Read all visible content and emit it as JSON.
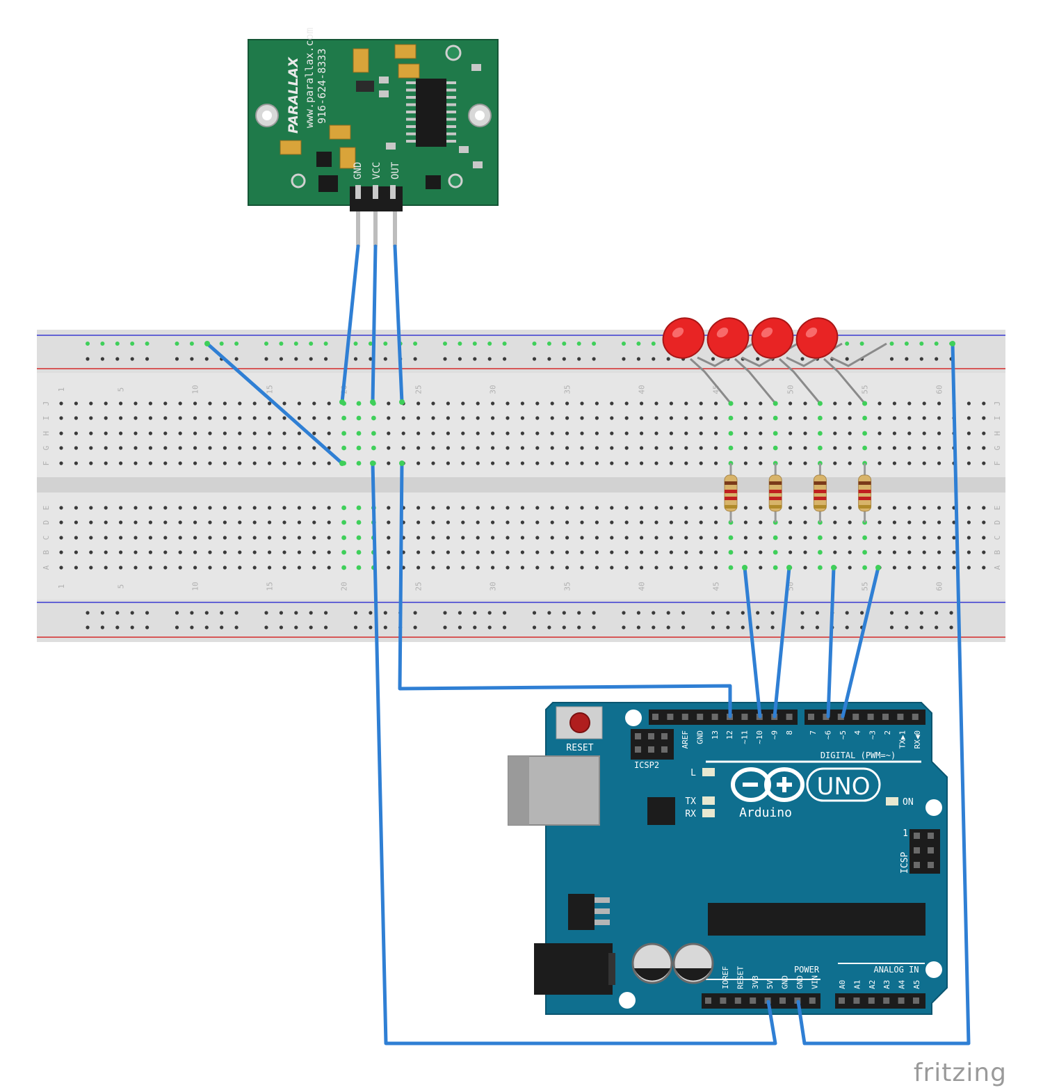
{
  "sensor": {
    "brand": "PARALLAX",
    "website": "www.parallax.com",
    "phone": "916-624-8333",
    "pins": [
      "GND",
      "VCC",
      "OUT"
    ]
  },
  "breadboard": {
    "columns": 63,
    "top_row_letters": [
      "J",
      "I",
      "H",
      "G",
      "F"
    ],
    "bottom_row_letters": [
      "E",
      "D",
      "C",
      "B",
      "A"
    ],
    "column_number_labels": [
      "1",
      "5",
      "10",
      "15",
      "20",
      "25",
      "30",
      "35",
      "40",
      "45",
      "50",
      "55",
      "60"
    ]
  },
  "arduino": {
    "brand": "Arduino",
    "model": "UNO",
    "reset_label": "RESET",
    "icsp2_label": "ICSP2",
    "icsp_label": "ICSP",
    "icsp_pin1": "1",
    "digital_label": "DIGITAL (PWM=~)",
    "power_label": "POWER",
    "analog_label": "ANALOG IN",
    "led_labels": [
      "L",
      "TX",
      "RX",
      "ON"
    ],
    "digital_pins": [
      "AREF",
      "GND",
      "13",
      "12",
      "~11",
      "~10",
      "~9",
      "8",
      "7",
      "~6",
      "~5",
      "4",
      "~3",
      "2",
      "TX▶1",
      "RX◀0"
    ],
    "power_pins": [
      "IOREF",
      "RESET",
      "3V3",
      "5V",
      "GND",
      "GND",
      "VIN"
    ],
    "analog_pins": [
      "A0",
      "A1",
      "A2",
      "A3",
      "A4",
      "A5"
    ]
  },
  "watermark": "fritzing",
  "colors": {
    "wire": "#2f7fd4",
    "pcb_green": "#1f7a4a",
    "arduino_blue": "#0f6f8f",
    "breadboard": "#e8e8e8",
    "led_red": "#e82424",
    "rail_red": "#d42a2a",
    "rail_blue": "#3a3ad0"
  }
}
